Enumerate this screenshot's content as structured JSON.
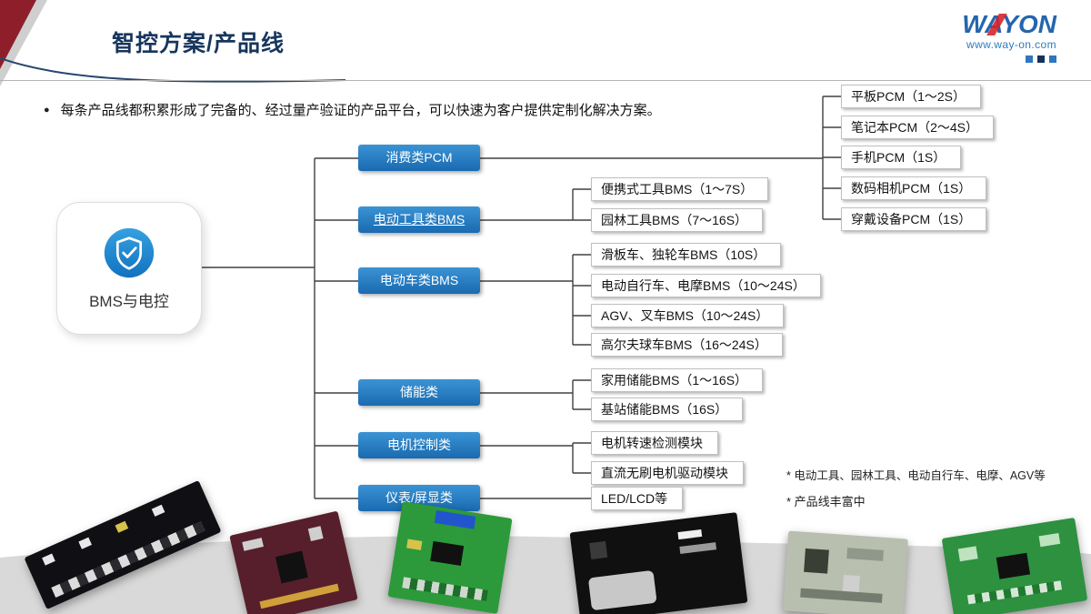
{
  "page": {
    "title": "智控方案/产品线",
    "logo_text": "WAYON",
    "logo_site": "www.way-on.com",
    "intro": "每条产品线都积累形成了完备的、经过量产验证的产品平台，可以快速为客户提供定制化解决方案。"
  },
  "tree": {
    "root": "BMS与电控",
    "categories": [
      {
        "label": "消费类PCM",
        "children": [
          "平板PCM（1～2S）",
          "笔记本PCM（2～4S）",
          "手机PCM（1S）",
          "数码相机PCM（1S）",
          "穿戴设备PCM（1S）"
        ]
      },
      {
        "label": "电动工具类BMS",
        "children": [
          "便携式工具BMS（1～7S）",
          "园林工具BMS（7～16S）"
        ]
      },
      {
        "label": "电动车类BMS",
        "children": [
          "滑板车、独轮车BMS（10S）",
          "电动自行车、电摩BMS（10～24S）",
          "AGV、叉车BMS（10～24S）",
          "高尔夫球车BMS（16～24S）"
        ]
      },
      {
        "label": "储能类",
        "children": [
          "家用储能BMS（1～16S）",
          "基站储能BMS（16S）"
        ]
      },
      {
        "label": "电机控制类",
        "children": [
          "电机转速检测模块",
          "直流无刷电机驱动模块"
        ]
      },
      {
        "label": "仪表/屏显类",
        "children": [
          "LED/LCD等"
        ]
      }
    ]
  },
  "notes": [
    "* 电动工具、园林工具、电动自行车、电摩、AGV等",
    "* 产品线丰富中"
  ],
  "colors": {
    "accent_blue": "#1a6ab0",
    "navy": "#17365d",
    "logo_blue": "#2565ae",
    "corner_red": "#8e1f2a"
  }
}
